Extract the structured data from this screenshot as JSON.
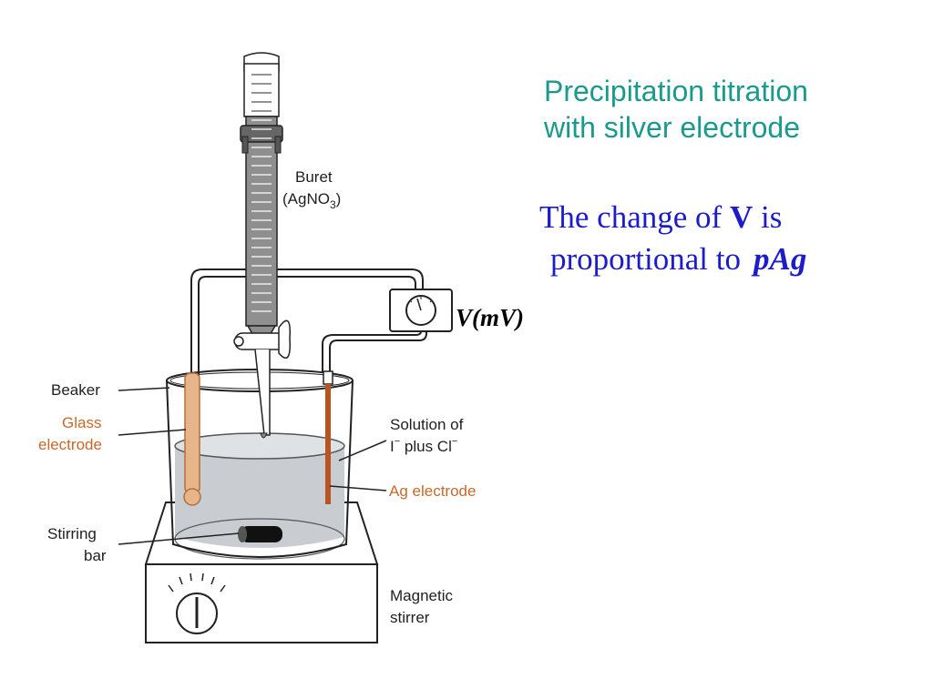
{
  "title": {
    "line1": "Precipitation titration",
    "line2": "with silver electrode"
  },
  "statement": {
    "prefix": "The change of ",
    "variable": "V",
    "middle": " is",
    "line2": "proportional to",
    "quantity": "pAg"
  },
  "labels": {
    "buret": "Buret",
    "buret_reagent_prefix": "(AgNO",
    "buret_reagent_sub": "3",
    "buret_reagent_suffix": ")",
    "beaker": "Beaker",
    "glass_electrode_1": "Glass",
    "glass_electrode_2": "electrode",
    "solution_1": "Solution of",
    "solution_2_a": "I",
    "solution_2_b": " plus Cl",
    "superscript_minus": "−",
    "ag_electrode": "Ag electrode",
    "stirring_bar_1": "Stirring",
    "stirring_bar_2": "bar",
    "magnetic_stirrer_1": "Magnetic",
    "magnetic_stirrer_2": "stirrer",
    "voltmeter": "V(mV)"
  },
  "colors": {
    "title": "#1a9a8c",
    "statement": "#1c1cc8",
    "orange_label": "#c8692b",
    "solution": "#c9cdd1",
    "buret_fill": "#8f8f8f",
    "glass_electrode": "#e8b48a",
    "ag_electrode": "#b9541f"
  }
}
